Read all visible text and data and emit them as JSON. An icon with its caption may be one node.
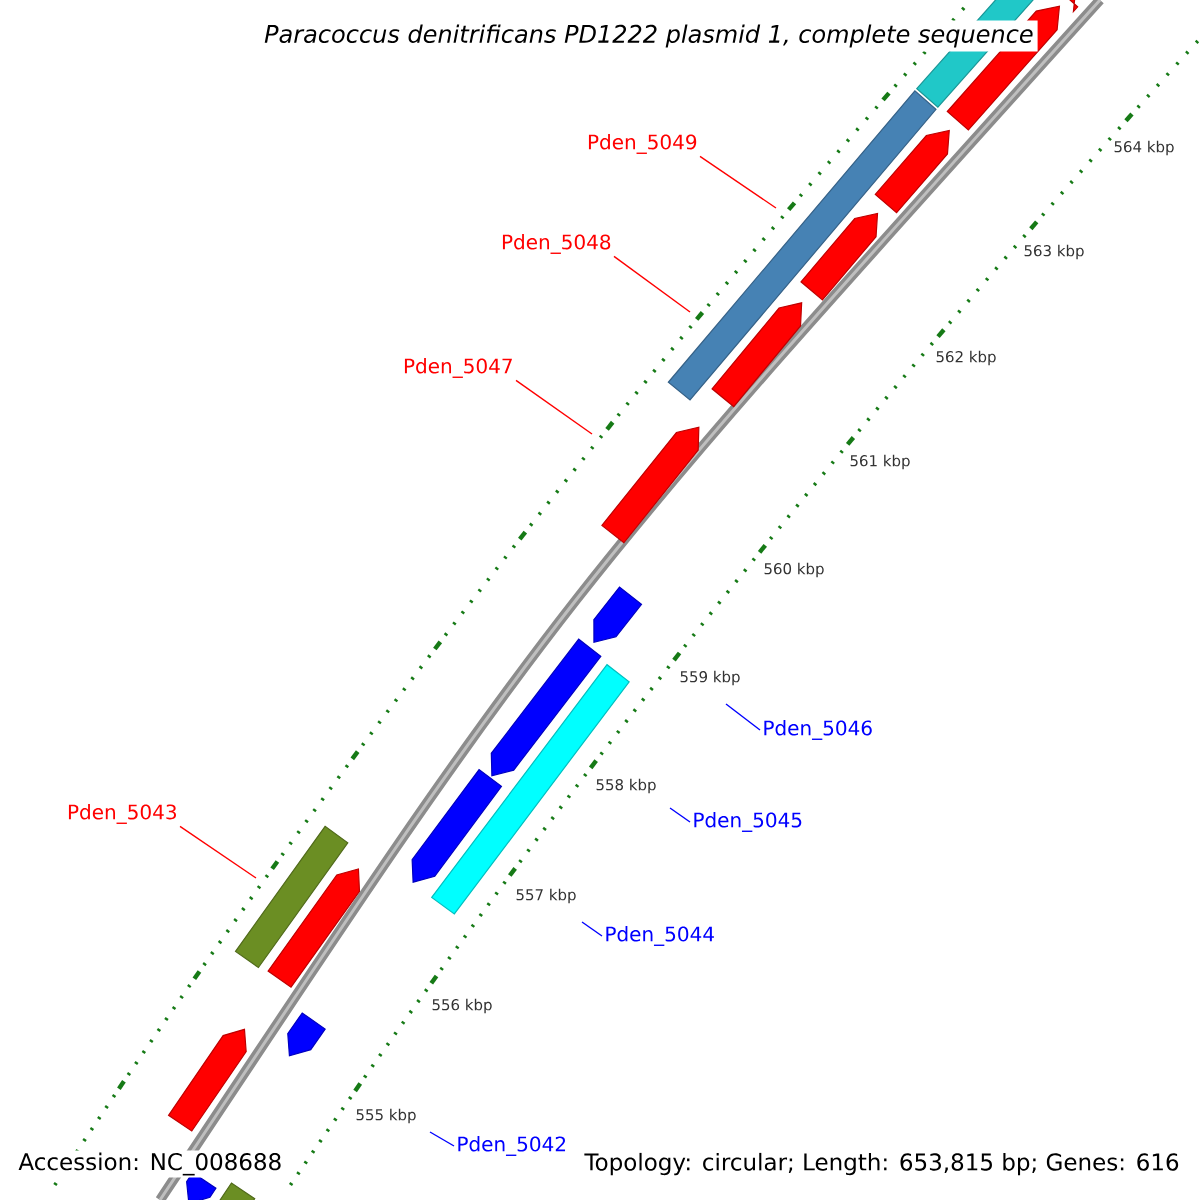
{
  "diagram": {
    "title": "Paracoccus denitrificans PD1222 plasmid 1, complete sequence",
    "nodes": [
      {
        "text": [
          "Pden_5049"
        ]
      },
      {
        "text": [
          "Pden_5048"
        ]
      },
      {
        "text": [
          "Pden_5047"
        ]
      },
      {
        "text": [
          "Pden_5046"
        ]
      },
      {
        "text": [
          "Pden_5045"
        ]
      },
      {
        "text": [
          "Pden_5043"
        ]
      },
      {
        "text": [
          "Pden_5044"
        ]
      },
      {
        "text": [
          "Pden_5042"
        ]
      }
    ],
    "edges": [
      {
        "from": 0,
        "to": null,
        "arrow": "none",
        "color": "#ff0000"
      },
      {
        "from": 1,
        "to": null,
        "arrow": "none",
        "color": "#ff0000"
      },
      {
        "from": 2,
        "to": null,
        "arrow": "none",
        "color": "#ff0000"
      },
      {
        "from": 3,
        "to": null,
        "arrow": "none",
        "color": "#0000ff"
      },
      {
        "from": 4,
        "to": null,
        "arrow": "none",
        "color": "#0000ff"
      },
      {
        "from": 5,
        "to": null,
        "arrow": "none",
        "color": "#ff0000"
      },
      {
        "from": 6,
        "to": null,
        "arrow": "none",
        "color": "#0000ff"
      },
      {
        "from": 7,
        "to": null,
        "arrow": "none",
        "color": "#0000ff"
      }
    ],
    "labels": [
      "564 kbp",
      "563 kbp",
      "562 kbp",
      "561 kbp",
      "560 kbp",
      "559 kbp",
      "558 kbp",
      "557 kbp",
      "556 kbp",
      "555 kbp",
      "Accession: NC_008688",
      "Topology: circular; Length: 653,815 bp; Genes: 616"
    ]
  }
}
